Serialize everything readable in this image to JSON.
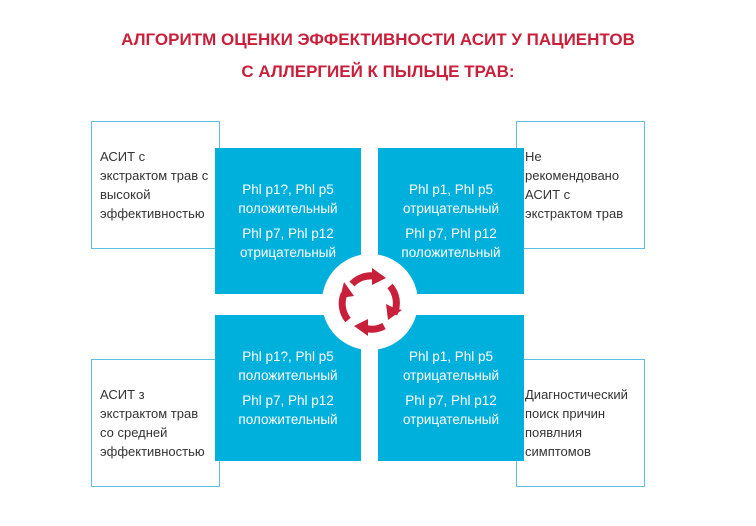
{
  "title": {
    "line1": "АЛГОРИТМ ОЦЕНКИ ЭФФЕКТИВНОСТИ  АСИТ У  ПАЦИЕНТОВ",
    "line2": "С АЛЛЕРГИЕЙ К ПЫЛЬЦЕ ТРАВ:"
  },
  "outcomes": {
    "top_left": "АСИТ с экстрактом трав с высокой эффективностью",
    "top_right": "Не рекомендовано АСИТ с экстрактом трав",
    "bottom_left": "АСИТ з экстрактом трав со средней эффективностью",
    "bottom_right": "Диагностический поиск причин появлния симптомов"
  },
  "conditions": {
    "top_left": {
      "a": "Phl p1?, Phl p5",
      "a_status": "положительный",
      "b": "Phl p7, Phl p12",
      "b_status": "отрицательный"
    },
    "top_right": {
      "a": "Phl p1, Phl p5",
      "a_status": "отрицательный",
      "b": "Phl p7, Phl p12",
      "b_status": "положительный"
    },
    "bottom_left": {
      "a": "Phl p1?, Phl p5",
      "a_status": "положительный",
      "b": "Phl p7, Phl p12",
      "b_status": "положительный"
    },
    "bottom_right": {
      "a": "Phl p1, Phl p5",
      "a_status": "отрицательный",
      "b": "Phl p7, Phl p12",
      "b_status": "отрицательный"
    }
  },
  "colors": {
    "accent": "#c8203a",
    "blue": "#00b0dc",
    "border": "#5bbfe2"
  }
}
